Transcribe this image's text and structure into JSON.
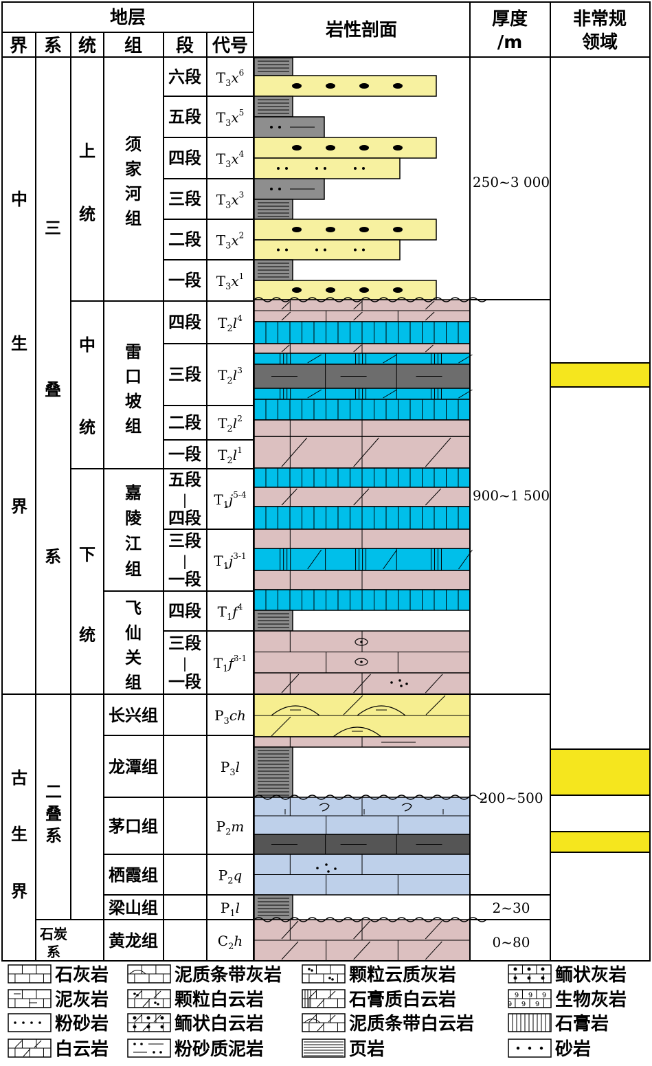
{
  "header": {
    "strata": "地层",
    "jie": "界",
    "xi": "系",
    "tong": "统",
    "zu": "组",
    "duan": "段",
    "daihao": "代号",
    "section": "岩性剖面",
    "thickness_l1": "厚度",
    "thickness_l2": "/m",
    "unconv_l1": "非常规",
    "unconv_l2": "领域"
  },
  "eras": [
    {
      "name": "中生界",
      "chars": [
        "中",
        "生",
        "界"
      ]
    },
    {
      "name": "古生界",
      "chars": [
        "古",
        "生",
        "界"
      ]
    }
  ],
  "systems": [
    {
      "name": "三叠系",
      "chars": [
        "三",
        "叠",
        "系"
      ]
    },
    {
      "name": "二叠系",
      "chars": [
        "二",
        "叠",
        "系"
      ]
    },
    {
      "name": "石炭系",
      "chars": [
        "石炭",
        "系"
      ]
    }
  ],
  "series": [
    {
      "name": "上统",
      "chars": [
        "上",
        "统"
      ]
    },
    {
      "name": "中统",
      "chars": [
        "中",
        "统"
      ]
    },
    {
      "name": "下统",
      "chars": [
        "下",
        "统"
      ]
    }
  ],
  "formations_triassic": [
    {
      "name": "须家河组",
      "chars": [
        "须",
        "家",
        "河",
        "组"
      ]
    },
    {
      "name": "雷口坡组",
      "chars": [
        "雷",
        "口",
        "坡",
        "组"
      ]
    },
    {
      "name": "嘉陵江组",
      "chars": [
        "嘉",
        "陵",
        "江",
        "组"
      ]
    },
    {
      "name": "飞仙关组",
      "chars": [
        "飞",
        "仙",
        "关",
        "组"
      ]
    }
  ],
  "members": [
    {
      "lines": [
        "六段"
      ],
      "code": "T",
      "sub": "3",
      "letter": "x",
      "sup": "6"
    },
    {
      "lines": [
        "五段"
      ],
      "code": "T",
      "sub": "3",
      "letter": "x",
      "sup": "5"
    },
    {
      "lines": [
        "四段"
      ],
      "code": "T",
      "sub": "3",
      "letter": "x",
      "sup": "4"
    },
    {
      "lines": [
        "三段"
      ],
      "code": "T",
      "sub": "3",
      "letter": "x",
      "sup": "3"
    },
    {
      "lines": [
        "二段"
      ],
      "code": "T",
      "sub": "3",
      "letter": "x",
      "sup": "2"
    },
    {
      "lines": [
        "一段"
      ],
      "code": "T",
      "sub": "3",
      "letter": "x",
      "sup": "1"
    },
    {
      "lines": [
        "四段"
      ],
      "code": "T",
      "sub": "2",
      "letter": "l",
      "sup": "4"
    },
    {
      "lines": [
        "三段"
      ],
      "code": "T",
      "sub": "2",
      "letter": "l",
      "sup": "3"
    },
    {
      "lines": [
        "二段"
      ],
      "code": "T",
      "sub": "2",
      "letter": "l",
      "sup": "2"
    },
    {
      "lines": [
        "一段"
      ],
      "code": "T",
      "sub": "2",
      "letter": "l",
      "sup": "1"
    },
    {
      "lines": [
        "五段",
        "|",
        "四段"
      ],
      "code": "T",
      "sub": "1",
      "letter": "j",
      "sup": "5-4"
    },
    {
      "lines": [
        "三段",
        "|",
        "一段"
      ],
      "code": "T",
      "sub": "1",
      "letter": "j",
      "sup": "3-1"
    },
    {
      "lines": [
        "四段"
      ],
      "code": "T",
      "sub": "1",
      "letter": "f",
      "sup": "4"
    },
    {
      "lines": [
        "三段",
        "|",
        "一段"
      ],
      "code": "T",
      "sub": "1",
      "letter": "f",
      "sup": "3-1"
    }
  ],
  "formations_paleozoic": [
    {
      "name": "长兴组",
      "code": "P",
      "sub": "3",
      "letter": "ch"
    },
    {
      "name": "龙潭组",
      "code": "P",
      "sub": "3",
      "letter": "l"
    },
    {
      "name": "茅口组",
      "code": "P",
      "sub": "2",
      "letter": "m"
    },
    {
      "name": "栖霞组",
      "code": "P",
      "sub": "2",
      "letter": "q"
    },
    {
      "name": "梁山组",
      "code": "P",
      "sub": "1",
      "letter": "l"
    },
    {
      "name": "黄龙组",
      "code": "C",
      "sub": "2",
      "letter": "h"
    }
  ],
  "thickness": [
    "250~3 000",
    "900~1 500",
    "200~500",
    "2~30",
    "0~80"
  ],
  "legend": [
    {
      "label": "石灰岩",
      "pattern": "limestone"
    },
    {
      "label": "泥质条带灰岩",
      "pattern": "banded-limestone"
    },
    {
      "label": "颗粒云质灰岩",
      "pattern": "grain-dolo-limestone"
    },
    {
      "label": "鲕状灰岩",
      "pattern": "oolitic-limestone"
    },
    {
      "label": "泥灰岩",
      "pattern": "marl"
    },
    {
      "label": "颗粒白云岩",
      "pattern": "grain-dolomite"
    },
    {
      "label": "石膏质白云岩",
      "pattern": "gypsum-dolomite"
    },
    {
      "label": "生物灰岩",
      "pattern": "bio-limestone"
    },
    {
      "label": "粉砂岩",
      "pattern": "siltstone"
    },
    {
      "label": "鲕状白云岩",
      "pattern": "oolitic-dolomite"
    },
    {
      "label": "泥质条带白云岩",
      "pattern": "banded-dolomite"
    },
    {
      "label": "石膏岩",
      "pattern": "gypsum"
    },
    {
      "label": "白云岩",
      "pattern": "dolomite"
    },
    {
      "label": "粉砂质泥岩",
      "pattern": "silty-mudstone"
    },
    {
      "label": "页岩",
      "pattern": "shale"
    },
    {
      "label": "砂岩",
      "pattern": "sandstone"
    }
  ],
  "colors": {
    "sandstone": "#f7f1a0",
    "shale": "#8e8e8e",
    "carbonate": "#dcc0c0",
    "gypsum": "#00bfea",
    "limestone_blue": "#bed0ea",
    "dark_shale": "#555555",
    "unconventional": "#f5e61e",
    "changxing": "#f6ee90"
  }
}
